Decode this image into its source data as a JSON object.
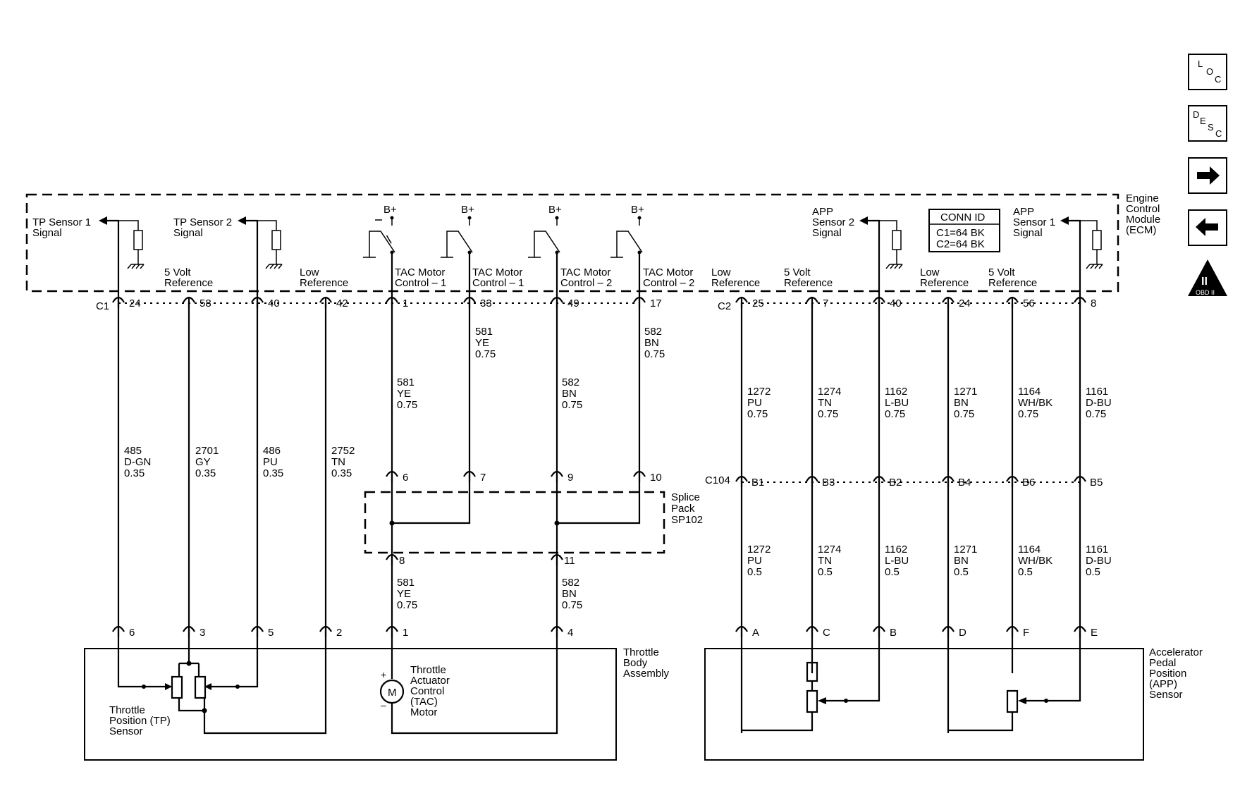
{
  "ecm": {
    "label": [
      "Engine",
      "Control",
      "Module",
      "(ECM)"
    ],
    "conn_id_title": "CONN ID",
    "conn_id_lines": [
      "C1=64 BK",
      "C2=64 BK"
    ],
    "connector_c1": "C1",
    "connector_c2": "C2",
    "bplus": "B+"
  },
  "signals": {
    "tp1": [
      "TP Sensor 1",
      "Signal"
    ],
    "tp2": [
      "TP Sensor 2",
      "Signal"
    ],
    "ref5v_a": [
      "5 Volt",
      "Reference"
    ],
    "lowref_a": [
      "Low",
      "Reference"
    ],
    "tac1a": [
      "TAC Motor",
      "Control – 1"
    ],
    "tac1b": [
      "TAC Motor",
      "Control – 1"
    ],
    "tac2a": [
      "TAC Motor",
      "Control – 2"
    ],
    "tac2b": [
      "TAC Motor",
      "Control – 2"
    ],
    "lowref_b": [
      "Low",
      "Reference"
    ],
    "ref5v_b": [
      "5 Volt",
      "Reference"
    ],
    "app2": [
      "APP",
      "Sensor 2",
      "Signal"
    ],
    "lowref_c": [
      "Low",
      "Reference"
    ],
    "ref5v_c": [
      "5 Volt",
      "Reference"
    ],
    "app1": [
      "APP",
      "Sensor 1",
      "Signal"
    ]
  },
  "pins_c1": [
    "24",
    "58",
    "40",
    "42",
    "1",
    "33",
    "49",
    "17"
  ],
  "pins_c2": [
    "25",
    "7",
    "40",
    "24",
    "56",
    "8"
  ],
  "wires_left": [
    [
      "485",
      "D-GN",
      "0.35"
    ],
    [
      "2701",
      "GY",
      "0.35"
    ],
    [
      "486",
      "PU",
      "0.35"
    ],
    [
      "2752",
      "TN",
      "0.35"
    ],
    [
      "581",
      "YE",
      "0.75"
    ],
    [
      "581",
      "YE",
      "0.75"
    ],
    [
      "582",
      "BN",
      "0.75"
    ],
    [
      "582",
      "BN",
      "0.75"
    ]
  ],
  "wires_right_upper": [
    [
      "1272",
      "PU",
      "0.75"
    ],
    [
      "1274",
      "TN",
      "0.75"
    ],
    [
      "1162",
      "L-BU",
      "0.75"
    ],
    [
      "1271",
      "BN",
      "0.75"
    ],
    [
      "1164",
      "WH/BK",
      "0.75"
    ],
    [
      "1161",
      "D-BU",
      "0.75"
    ]
  ],
  "wires_right_lower": [
    [
      "1272",
      "PU",
      "0.5"
    ],
    [
      "1274",
      "TN",
      "0.5"
    ],
    [
      "1162",
      "L-BU",
      "0.5"
    ],
    [
      "1271",
      "BN",
      "0.5"
    ],
    [
      "1164",
      "WH/BK",
      "0.5"
    ],
    [
      "1161",
      "D-BU",
      "0.5"
    ]
  ],
  "splice": {
    "label": [
      "Splice",
      "Pack",
      "SP102"
    ],
    "pins_top": [
      "6",
      "7",
      "9",
      "10"
    ],
    "pins_bottom": [
      "8",
      "11"
    ]
  },
  "c104": {
    "label": "C104",
    "pins": [
      "B1",
      "B3",
      "B2",
      "B4",
      "B6",
      "B5"
    ]
  },
  "throttle_body": {
    "label": [
      "Throttle",
      "Body",
      "Assembly"
    ],
    "pins": [
      "6",
      "3",
      "5",
      "2",
      "1",
      "4"
    ],
    "tp_sensor": [
      "Throttle",
      "Position (TP)",
      "Sensor"
    ],
    "tac_motor": [
      "Throttle",
      "Actuator",
      "Control",
      "(TAC)",
      "Motor"
    ],
    "motor_symbol": "M",
    "plus": "+",
    "minus": "–"
  },
  "app_sensor": {
    "label": [
      "Accelerator",
      "Pedal",
      "Position",
      "(APP)",
      "Sensor"
    ],
    "pins": [
      "A",
      "C",
      "B",
      "D",
      "F",
      "E"
    ]
  },
  "nav": {
    "loc": [
      "L",
      "O",
      "C"
    ],
    "desc": [
      "D",
      "E",
      "S",
      "C"
    ],
    "next": "next-arrow-icon",
    "prev": "prev-arrow-icon",
    "obd_top": "II",
    "obd_bottom": "OBD II"
  }
}
